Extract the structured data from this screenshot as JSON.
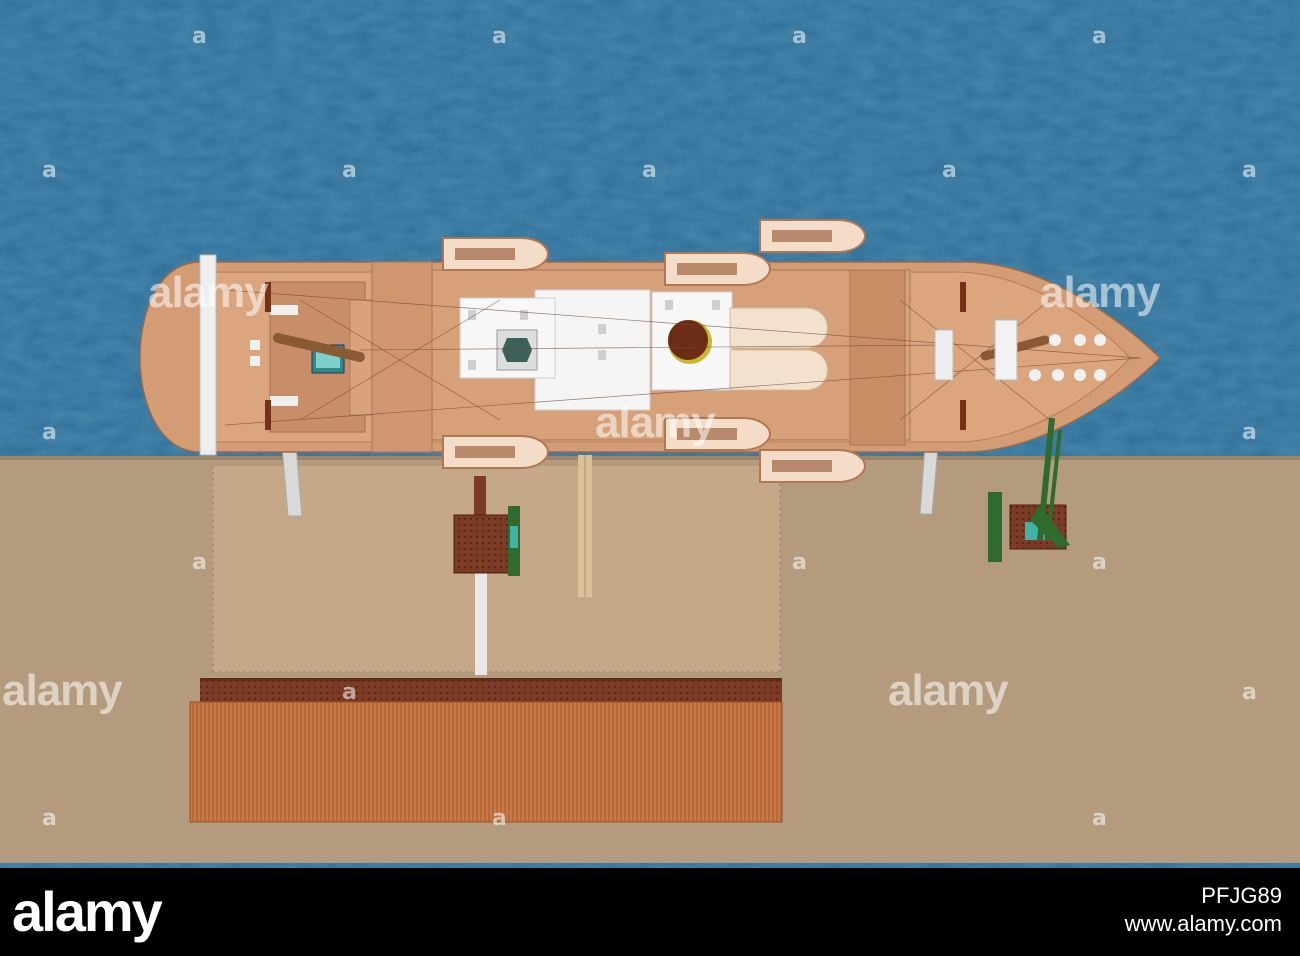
{
  "watermark": {
    "text": "alamy",
    "mark": "a"
  },
  "footer": {
    "logo": "alamy",
    "image_id": "PFJG89",
    "site": "www.alamy.com"
  },
  "colors": {
    "sea": "#2f6e98",
    "quay": "#b49a7c",
    "deck": "#d39b73",
    "shed": "#c9794a",
    "crane": "#2f6b2c"
  }
}
